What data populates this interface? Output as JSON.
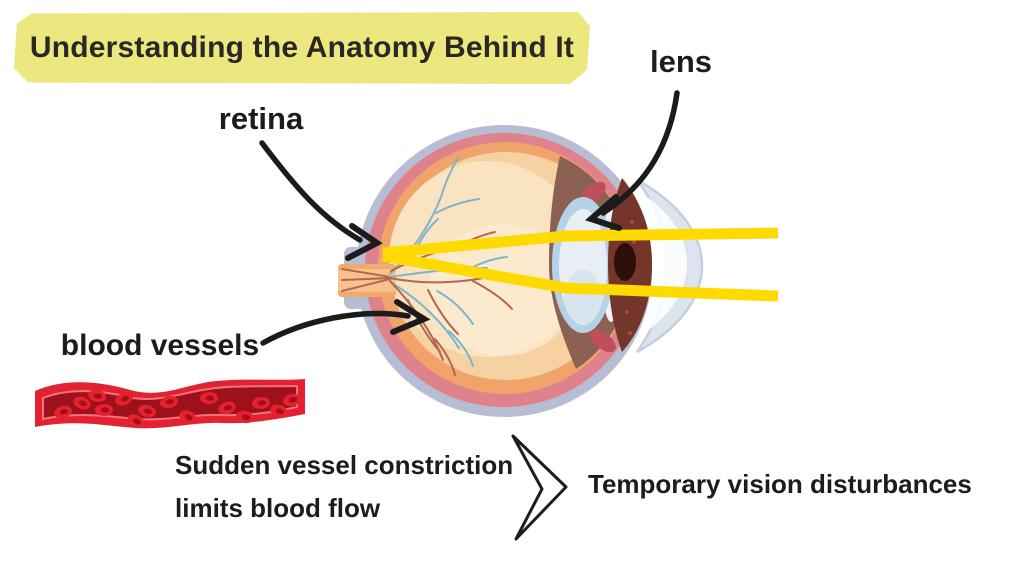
{
  "title": {
    "text": "Understanding the Anatomy Behind It"
  },
  "eye_labels": {
    "retina": "retina",
    "lens": "lens",
    "blood_vessels": "blood vessels"
  },
  "flow": {
    "cause_line1": "Sudden vessel constriction",
    "cause_line2": "limits blood flow",
    "effect": "Temporary vision disturbances"
  },
  "colors": {
    "highlight_yellow": "#ece77f",
    "light_ray_yellow": "#ffda00",
    "vessel_wall_red": "#e32130",
    "vessel_lumen_dark_red": "#9c111c",
    "sclera_gray": "#b7bed3",
    "choroid_pink": "#e0828b",
    "retina_orange": "#f0a46b",
    "vitreous_peach": "#f6d2a3",
    "lens_blue": "#b5d2e6",
    "iris_brown": "#74352a",
    "text_black": "#1c1c1c"
  },
  "icons": {
    "chevron_arrow": "outlined-right-chevron",
    "retina_arrow": "curved-black-pointer",
    "lens_arrow": "curved-black-pointer",
    "vessels_arrow": "curved-black-pointer"
  }
}
